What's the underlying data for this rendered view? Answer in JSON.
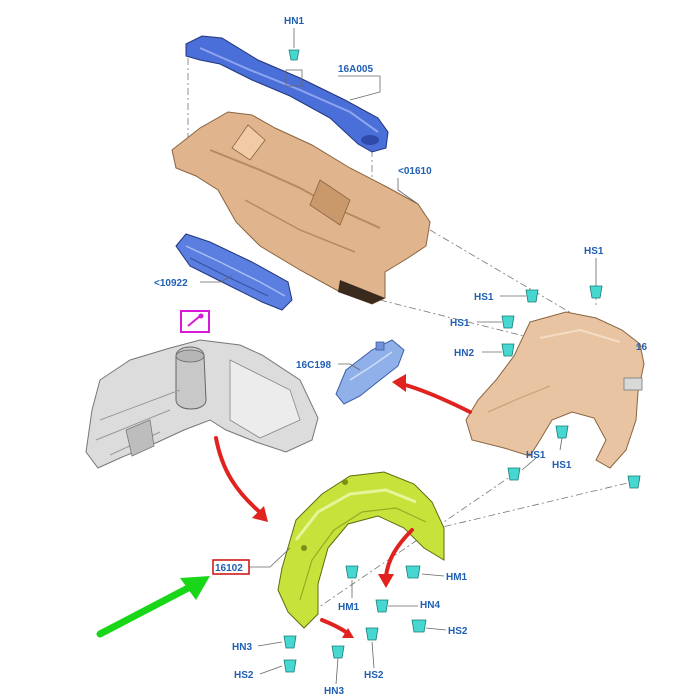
{
  "labels": {
    "hn1": "HN1",
    "p16a005": "16A005",
    "p01610": "<01610",
    "p10922": "<10922",
    "p16c198": "16C198",
    "p16102": "16102",
    "hs1_a": "HS1",
    "hs1_b": "HS1",
    "hs1_c": "HS1",
    "hn2": "HN2",
    "fender_ref": "16",
    "hs1_d": "HS1",
    "hs1_e": "HS1",
    "hm1_a": "HM1",
    "hm1_b": "HM1",
    "hn4": "HN4",
    "hs2_a": "HS2",
    "hn3_a": "HN3",
    "hs2_b": "HS2",
    "hs2_c": "HS2",
    "hn3_b": "HN3"
  },
  "colors": {
    "blue_part": "#4a6fd8",
    "tan_part": "#e0b48c",
    "grey_part": "#dcdcdc",
    "liner": "#c8e23c",
    "clip": "#45d7d0",
    "arrow_red": "#e0231f",
    "arrow_green": "#19d619",
    "label_blue": "#1f5fb4",
    "highlight_magenta": "#d81ad8",
    "highlight_red": "#d11a1a"
  }
}
